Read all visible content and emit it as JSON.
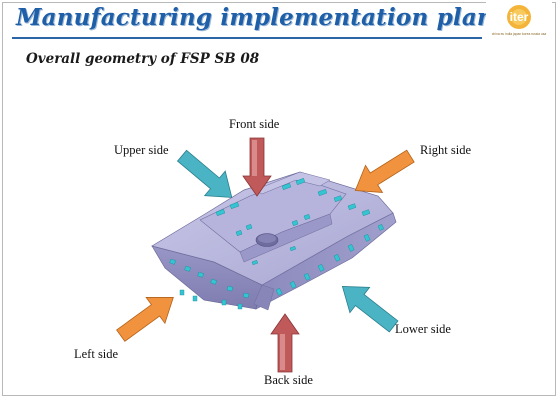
{
  "slide": {
    "title": "Manufacturing implementation plan",
    "subtitle": "Overall geometry of FSP SB 08",
    "logo_text": "iter",
    "logo_tagline": "china eu india japan korea russia usa",
    "colors": {
      "title": "#1f5fa8",
      "arrow_blue": "#4ab3c4",
      "arrow_orange": "#f0923e",
      "arrow_red": "#c0595a",
      "part_body": "#a7a5cf"
    }
  },
  "labels": {
    "front": "Front side",
    "upper": "Upper side",
    "right": "Right side",
    "left": "Left side",
    "back": "Back side",
    "lower": "Lower side"
  }
}
